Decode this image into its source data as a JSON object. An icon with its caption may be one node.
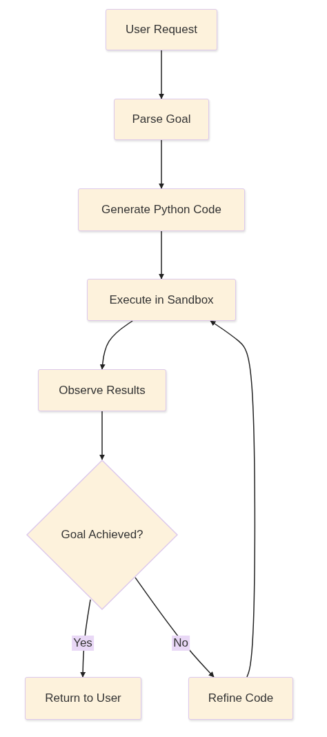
{
  "diagram": {
    "nodes": [
      {
        "text": [
          "User Request"
        ]
      },
      {
        "text": [
          "Parse Goal"
        ]
      },
      {
        "text": [
          "Generate Python Code"
        ]
      },
      {
        "text": [
          "Execute in Sandbox"
        ]
      },
      {
        "text": [
          "Observe Results"
        ]
      },
      {
        "text": [
          "Goal Achieved?"
        ]
      },
      {
        "text": [
          "Return to User"
        ]
      },
      {
        "text": [
          "Refine Code"
        ]
      }
    ],
    "edges": [
      {
        "from": 0,
        "to": 1,
        "arrow": "to"
      },
      {
        "from": 1,
        "to": 2,
        "arrow": "to"
      },
      {
        "from": 2,
        "to": 3,
        "arrow": "to"
      },
      {
        "from": 3,
        "to": 4,
        "arrow": "to"
      },
      {
        "from": 4,
        "to": 5,
        "arrow": "to"
      },
      {
        "from": 5,
        "to": 6,
        "arrow": "to",
        "label": "Yes"
      },
      {
        "from": 5,
        "to": 7,
        "arrow": "to",
        "label": "No"
      },
      {
        "from": 7,
        "to": 3,
        "arrow": "to"
      }
    ]
  }
}
